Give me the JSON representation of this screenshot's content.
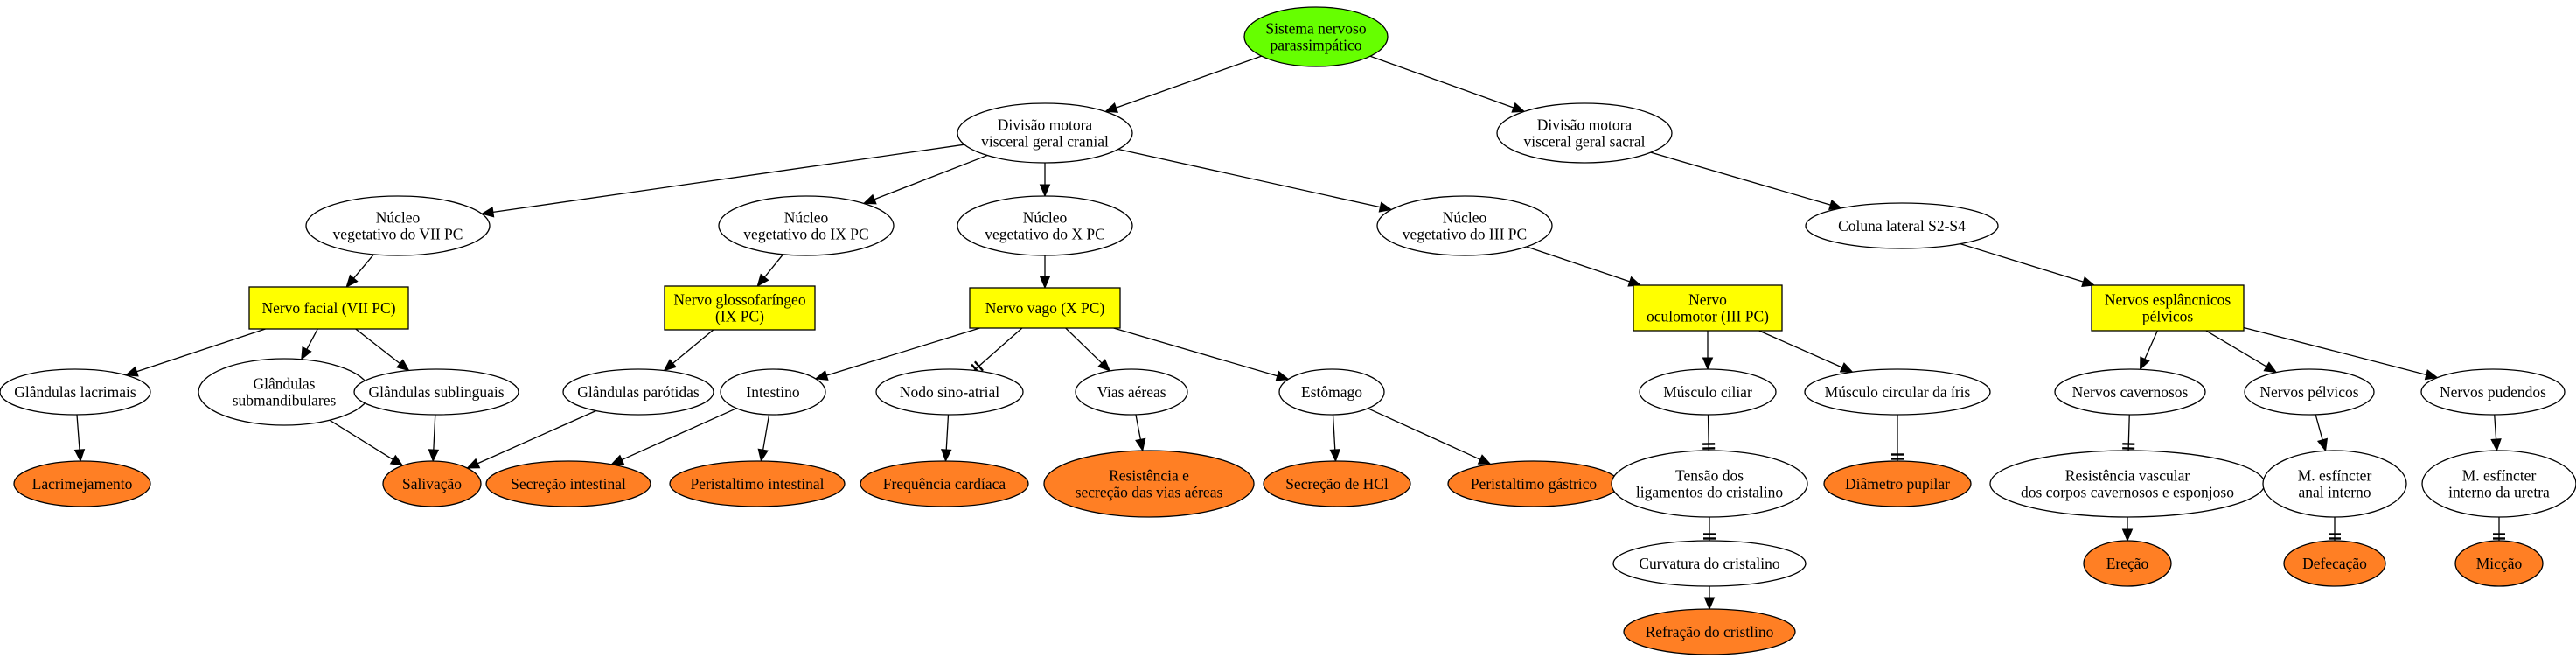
{
  "colors": {
    "root": "#66ff00",
    "white": "#ffffff",
    "nerve": "#ffff00",
    "effect": "#ff7f24",
    "stroke": "#000000"
  },
  "nodes": [
    {
      "id": "root",
      "shape": "ellipse",
      "fill": "root",
      "lines": [
        "Sistema nervoso",
        "parassimpático"
      ]
    },
    {
      "id": "div-cranial",
      "shape": "ellipse",
      "fill": "white",
      "lines": [
        "Divisão motora",
        "visceral geral cranial"
      ]
    },
    {
      "id": "div-sacral",
      "shape": "ellipse",
      "fill": "white",
      "lines": [
        "Divisão motora",
        "visceral geral sacral"
      ]
    },
    {
      "id": "nuc-vii",
      "shape": "ellipse",
      "fill": "white",
      "lines": [
        "Núcleo",
        "vegetativo do VII PC"
      ]
    },
    {
      "id": "nuc-ix",
      "shape": "ellipse",
      "fill": "white",
      "lines": [
        "Núcleo",
        "vegetativo do IX PC"
      ]
    },
    {
      "id": "nuc-x",
      "shape": "ellipse",
      "fill": "white",
      "lines": [
        "Núcleo",
        "vegetativo do X PC"
      ]
    },
    {
      "id": "nuc-iii",
      "shape": "ellipse",
      "fill": "white",
      "lines": [
        "Núcleo",
        "vegetativo do III PC"
      ]
    },
    {
      "id": "coluna",
      "shape": "ellipse",
      "fill": "white",
      "lines": [
        "Coluna lateral S2-S4"
      ]
    },
    {
      "id": "n-facial",
      "shape": "rect",
      "fill": "nerve",
      "lines": [
        "Nervo facial (VII PC)"
      ]
    },
    {
      "id": "n-glosso",
      "shape": "rect",
      "fill": "nerve",
      "lines": [
        "Nervo glossofaríngeo",
        "(IX PC)"
      ]
    },
    {
      "id": "n-vago",
      "shape": "rect",
      "fill": "nerve",
      "lines": [
        "Nervo vago (X PC)"
      ]
    },
    {
      "id": "n-oculo",
      "shape": "rect",
      "fill": "nerve",
      "lines": [
        "Nervo",
        "oculomotor (III PC)"
      ]
    },
    {
      "id": "n-espl",
      "shape": "rect",
      "fill": "nerve",
      "lines": [
        "Nervos esplâncnicos",
        "pélvicos"
      ]
    },
    {
      "id": "g-lacr",
      "shape": "ellipse",
      "fill": "white",
      "lines": [
        "Glândulas lacrimais"
      ]
    },
    {
      "id": "g-subm",
      "shape": "ellipse",
      "fill": "white",
      "lines": [
        "Glândulas",
        "submandibulares"
      ]
    },
    {
      "id": "g-subl",
      "shape": "ellipse",
      "fill": "white",
      "lines": [
        "Glândulas sublinguais"
      ]
    },
    {
      "id": "g-paro",
      "shape": "ellipse",
      "fill": "white",
      "lines": [
        "Glândulas parótidas"
      ]
    },
    {
      "id": "intestino",
      "shape": "ellipse",
      "fill": "white",
      "lines": [
        "Intestino"
      ]
    },
    {
      "id": "nodo",
      "shape": "ellipse",
      "fill": "white",
      "lines": [
        "Nodo sino-atrial"
      ]
    },
    {
      "id": "vias",
      "shape": "ellipse",
      "fill": "white",
      "lines": [
        "Vias aéreas"
      ]
    },
    {
      "id": "estomago",
      "shape": "ellipse",
      "fill": "white",
      "lines": [
        "Estômago"
      ]
    },
    {
      "id": "m-ciliar",
      "shape": "ellipse",
      "fill": "white",
      "lines": [
        "Músculo ciliar"
      ]
    },
    {
      "id": "m-iris",
      "shape": "ellipse",
      "fill": "white",
      "lines": [
        "Músculo circular da íris"
      ]
    },
    {
      "id": "n-cav",
      "shape": "ellipse",
      "fill": "white",
      "lines": [
        "Nervos cavernosos"
      ]
    },
    {
      "id": "n-pelv",
      "shape": "ellipse",
      "fill": "white",
      "lines": [
        "Nervos pélvicos"
      ]
    },
    {
      "id": "n-pud",
      "shape": "ellipse",
      "fill": "white",
      "lines": [
        "Nervos pudendos"
      ]
    },
    {
      "id": "lacrimejamento",
      "shape": "ellipse",
      "fill": "effect",
      "lines": [
        "Lacrimejamento"
      ]
    },
    {
      "id": "salivacao",
      "shape": "ellipse",
      "fill": "effect",
      "lines": [
        "Salivação"
      ]
    },
    {
      "id": "secr-int",
      "shape": "ellipse",
      "fill": "effect",
      "lines": [
        "Secreção intestinal"
      ]
    },
    {
      "id": "perist-int",
      "shape": "ellipse",
      "fill": "effect",
      "lines": [
        "Peristaltimo intestinal"
      ]
    },
    {
      "id": "freq",
      "shape": "ellipse",
      "fill": "effect",
      "lines": [
        "Frequência cardíaca"
      ]
    },
    {
      "id": "resist",
      "shape": "ellipse",
      "fill": "effect",
      "lines": [
        "Resistência e",
        "secreção das vias aéreas"
      ]
    },
    {
      "id": "hcl",
      "shape": "ellipse",
      "fill": "effect",
      "lines": [
        "Secreção de HCl"
      ]
    },
    {
      "id": "perist-gas",
      "shape": "ellipse",
      "fill": "effect",
      "lines": [
        "Peristaltimo gástrico"
      ]
    },
    {
      "id": "tensao",
      "shape": "ellipse",
      "fill": "white",
      "lines": [
        "Tensão dos",
        "ligamentos do cristalino"
      ]
    },
    {
      "id": "diametro",
      "shape": "ellipse",
      "fill": "effect",
      "lines": [
        "Diâmetro pupilar"
      ]
    },
    {
      "id": "res-vasc",
      "shape": "ellipse",
      "fill": "white",
      "lines": [
        "Resistência vascular",
        "dos corpos cavernosos e esponjoso"
      ]
    },
    {
      "id": "esf-anal",
      "shape": "ellipse",
      "fill": "white",
      "lines": [
        "M. esfíncter",
        "anal interno"
      ]
    },
    {
      "id": "esf-uretra",
      "shape": "ellipse",
      "fill": "white",
      "lines": [
        "M. esfíncter",
        "interno da uretra"
      ]
    },
    {
      "id": "curvatura",
      "shape": "ellipse",
      "fill": "white",
      "lines": [
        "Curvatura do cristalino"
      ]
    },
    {
      "id": "erecao",
      "shape": "ellipse",
      "fill": "effect",
      "lines": [
        "Ereção"
      ]
    },
    {
      "id": "defecacao",
      "shape": "ellipse",
      "fill": "effect",
      "lines": [
        "Defecação"
      ]
    },
    {
      "id": "miccao",
      "shape": "ellipse",
      "fill": "effect",
      "lines": [
        "Micção"
      ]
    },
    {
      "id": "refracao",
      "shape": "ellipse",
      "fill": "effect",
      "lines": [
        "Refração do cristlino"
      ]
    }
  ],
  "edges": [
    {
      "from": "root",
      "to": "div-cranial",
      "head": "arrow"
    },
    {
      "from": "root",
      "to": "div-sacral",
      "head": "arrow"
    },
    {
      "from": "div-cranial",
      "to": "nuc-vii",
      "head": "arrow"
    },
    {
      "from": "div-cranial",
      "to": "nuc-ix",
      "head": "arrow"
    },
    {
      "from": "div-cranial",
      "to": "nuc-x",
      "head": "arrow"
    },
    {
      "from": "div-cranial",
      "to": "nuc-iii",
      "head": "arrow"
    },
    {
      "from": "div-sacral",
      "to": "coluna",
      "head": "arrow"
    },
    {
      "from": "nuc-vii",
      "to": "n-facial",
      "head": "arrow"
    },
    {
      "from": "nuc-ix",
      "to": "n-glosso",
      "head": "arrow"
    },
    {
      "from": "nuc-x",
      "to": "n-vago",
      "head": "arrow"
    },
    {
      "from": "nuc-iii",
      "to": "n-oculo",
      "head": "arrow"
    },
    {
      "from": "coluna",
      "to": "n-espl",
      "head": "arrow"
    },
    {
      "from": "n-facial",
      "to": "g-lacr",
      "head": "arrow"
    },
    {
      "from": "n-facial",
      "to": "g-subm",
      "head": "arrow"
    },
    {
      "from": "n-facial",
      "to": "g-subl",
      "head": "arrow"
    },
    {
      "from": "n-glosso",
      "to": "g-paro",
      "head": "arrow"
    },
    {
      "from": "n-vago",
      "to": "intestino",
      "head": "arrow"
    },
    {
      "from": "n-vago",
      "to": "nodo",
      "head": "tee"
    },
    {
      "from": "n-vago",
      "to": "vias",
      "head": "arrow"
    },
    {
      "from": "n-vago",
      "to": "estomago",
      "head": "arrow"
    },
    {
      "from": "n-oculo",
      "to": "m-ciliar",
      "head": "arrow"
    },
    {
      "from": "n-oculo",
      "to": "m-iris",
      "head": "arrow"
    },
    {
      "from": "n-espl",
      "to": "n-cav",
      "head": "arrow"
    },
    {
      "from": "n-espl",
      "to": "n-pelv",
      "head": "arrow"
    },
    {
      "from": "n-espl",
      "to": "n-pud",
      "head": "arrow"
    },
    {
      "from": "g-lacr",
      "to": "lacrimejamento",
      "head": "arrow"
    },
    {
      "from": "g-subm",
      "to": "salivacao",
      "head": "arrow"
    },
    {
      "from": "g-subl",
      "to": "salivacao",
      "head": "arrow"
    },
    {
      "from": "g-paro",
      "to": "salivacao",
      "head": "arrow"
    },
    {
      "from": "intestino",
      "to": "secr-int",
      "head": "arrow"
    },
    {
      "from": "intestino",
      "to": "perist-int",
      "head": "arrow"
    },
    {
      "from": "nodo",
      "to": "freq",
      "head": "arrow"
    },
    {
      "from": "vias",
      "to": "resist",
      "head": "arrow"
    },
    {
      "from": "estomago",
      "to": "hcl",
      "head": "arrow"
    },
    {
      "from": "estomago",
      "to": "perist-gas",
      "head": "arrow"
    },
    {
      "from": "m-ciliar",
      "to": "tensao",
      "head": "tee"
    },
    {
      "from": "m-iris",
      "to": "diametro",
      "head": "tee"
    },
    {
      "from": "n-cav",
      "to": "res-vasc",
      "head": "tee"
    },
    {
      "from": "n-pelv",
      "to": "esf-anal",
      "head": "arrow"
    },
    {
      "from": "n-pud",
      "to": "esf-uretra",
      "head": "arrow"
    },
    {
      "from": "tensao",
      "to": "curvatura",
      "head": "tee"
    },
    {
      "from": "res-vasc",
      "to": "erecao",
      "head": "arrow"
    },
    {
      "from": "esf-anal",
      "to": "defecacao",
      "head": "tee"
    },
    {
      "from": "esf-uretra",
      "to": "miccao",
      "head": "tee"
    },
    {
      "from": "curvatura",
      "to": "refracao",
      "head": "arrow"
    }
  ]
}
